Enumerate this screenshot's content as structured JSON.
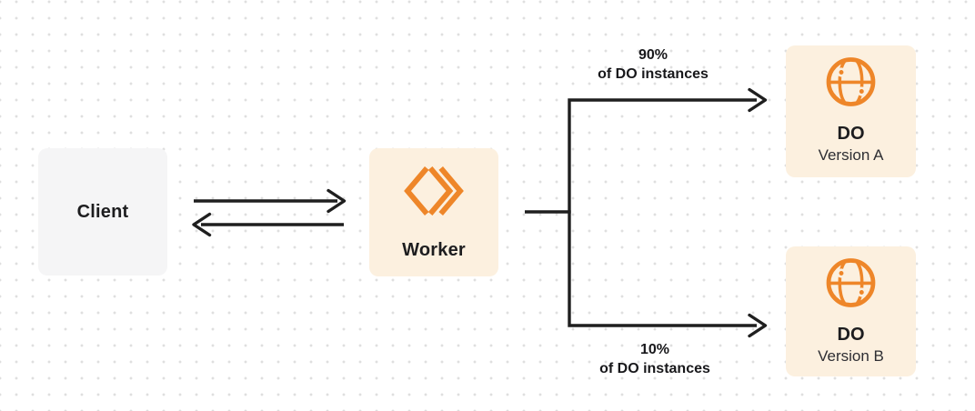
{
  "diagram": {
    "nodes": {
      "client": {
        "label": "Client"
      },
      "worker": {
        "label": "Worker",
        "icon": "workers-chevrons-icon"
      },
      "do_version_a": {
        "title": "DO",
        "subtitle": "Version A",
        "icon": "globe-icon"
      },
      "do_version_b": {
        "title": "DO",
        "subtitle": "Version B",
        "icon": "globe-icon"
      }
    },
    "edges": {
      "client_worker": {
        "type": "bidirectional-arrows"
      },
      "worker_do_a": {
        "label_line1": "90%",
        "label_line2": "of DO instances"
      },
      "worker_do_b": {
        "label_line1": "10%",
        "label_line2": "of DO instances"
      }
    },
    "colors": {
      "accent_orange": "#ee8629",
      "node_cream": "#fcf0df",
      "node_gray": "#f5f5f6",
      "line_dark": "#1f1f1f",
      "text_dark": "#1d1d1f",
      "dot_grid": "#dfdfdf"
    }
  }
}
